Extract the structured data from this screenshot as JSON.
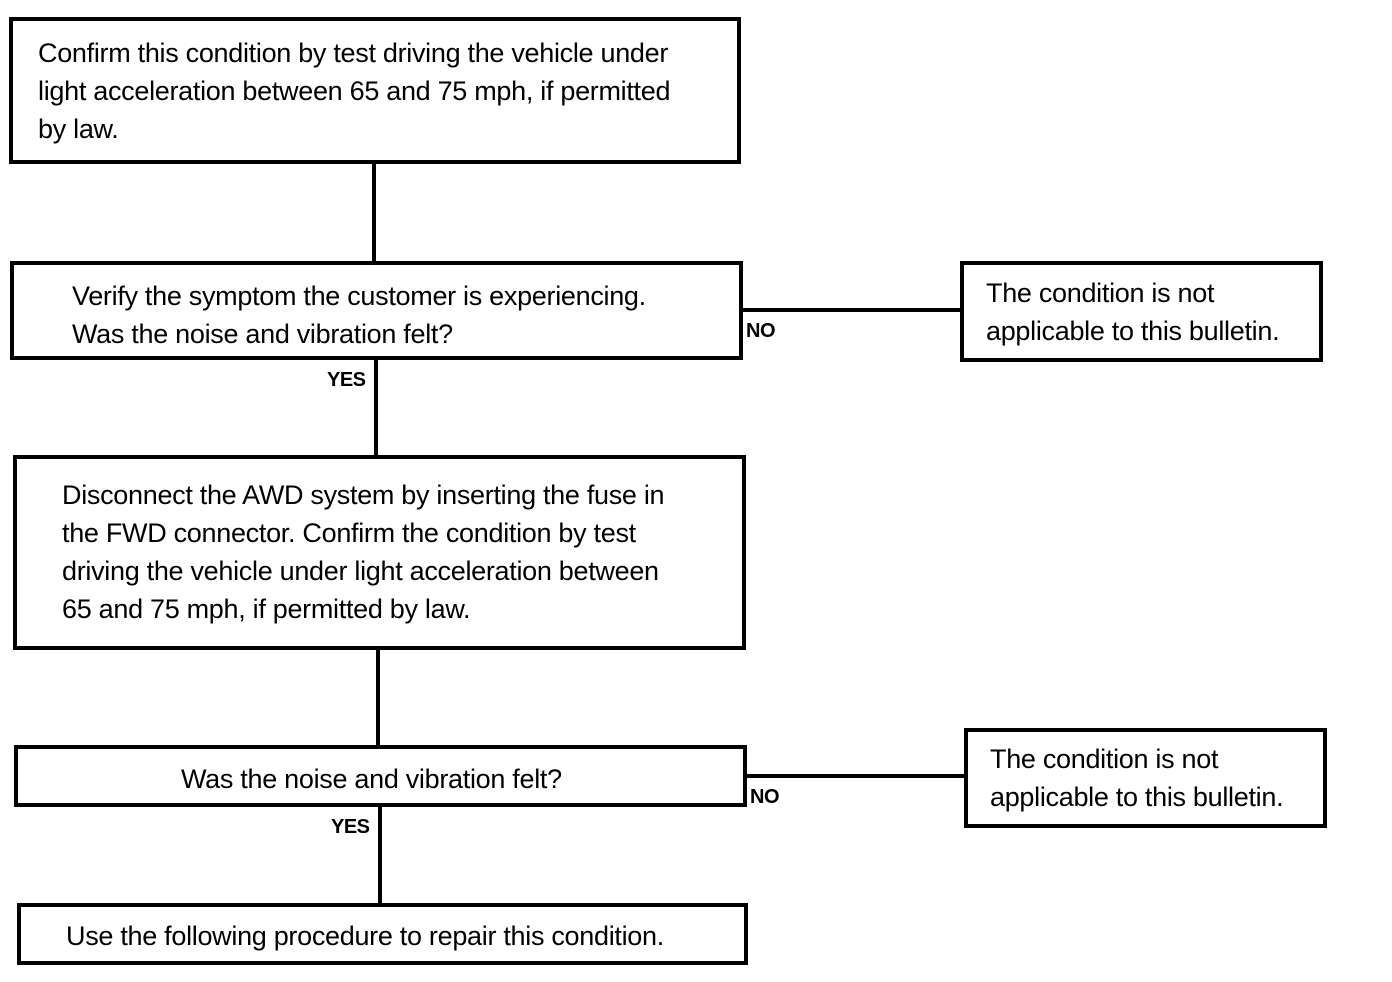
{
  "flowchart": {
    "step1": "Confirm this condition by test driving the vehicle under\nlight acceleration between 65 and 75 mph, if permitted\nby law.",
    "question1": "Verify the symptom the customer is experiencing.\nWas the noise and vibration felt?",
    "question1_no_result": "The condition is not\napplicable to this bulletin.",
    "step2": "Disconnect the AWD system by inserting the fuse in\nthe FWD connector. Confirm the condition by test\ndriving the vehicle under light acceleration between\n65 and 75 mph, if permitted by law.",
    "question2": "Was the noise and vibration felt?",
    "question2_no_result": "The condition is not\napplicable to this bulletin.",
    "final_step": "Use the following procedure to repair this condition."
  },
  "labels": {
    "yes": "YES",
    "no": "NO"
  }
}
